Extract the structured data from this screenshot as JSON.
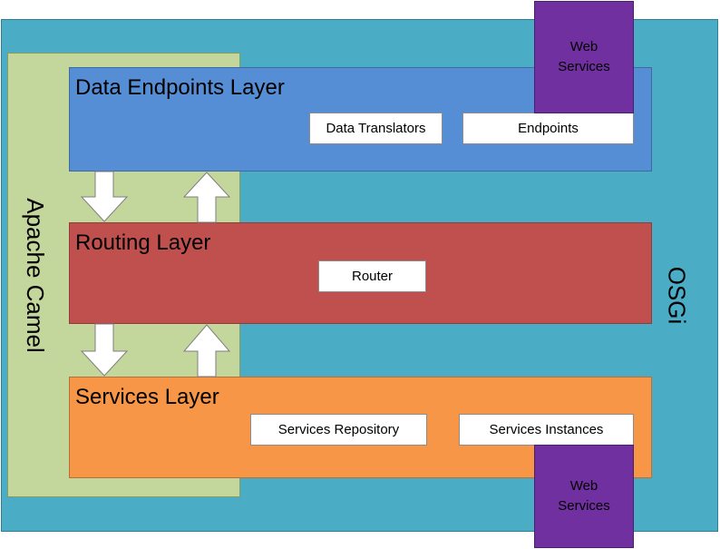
{
  "osgi": {
    "label": "OSGi"
  },
  "camel": {
    "label": "Apache Camel"
  },
  "layers": {
    "data": {
      "title": "Data Endpoints Layer",
      "boxes": [
        "Data Translators",
        "Endpoints"
      ]
    },
    "routing": {
      "title": "Routing Layer",
      "boxes": [
        "Router"
      ]
    },
    "services": {
      "title": "Services Layer",
      "boxes": [
        "Services Repository",
        "Services Instances"
      ]
    }
  },
  "web_services": {
    "top": {
      "line1": "Web",
      "line2": "Services"
    },
    "bottom": {
      "line1": "Web",
      "line2": "Services"
    }
  },
  "colors": {
    "osgi": "#4bacc6",
    "camel": "#c3d69b",
    "data_layer": "#558ed5",
    "routing_layer": "#c0504d",
    "services_layer": "#f79646",
    "web_services": "#7030a0"
  }
}
